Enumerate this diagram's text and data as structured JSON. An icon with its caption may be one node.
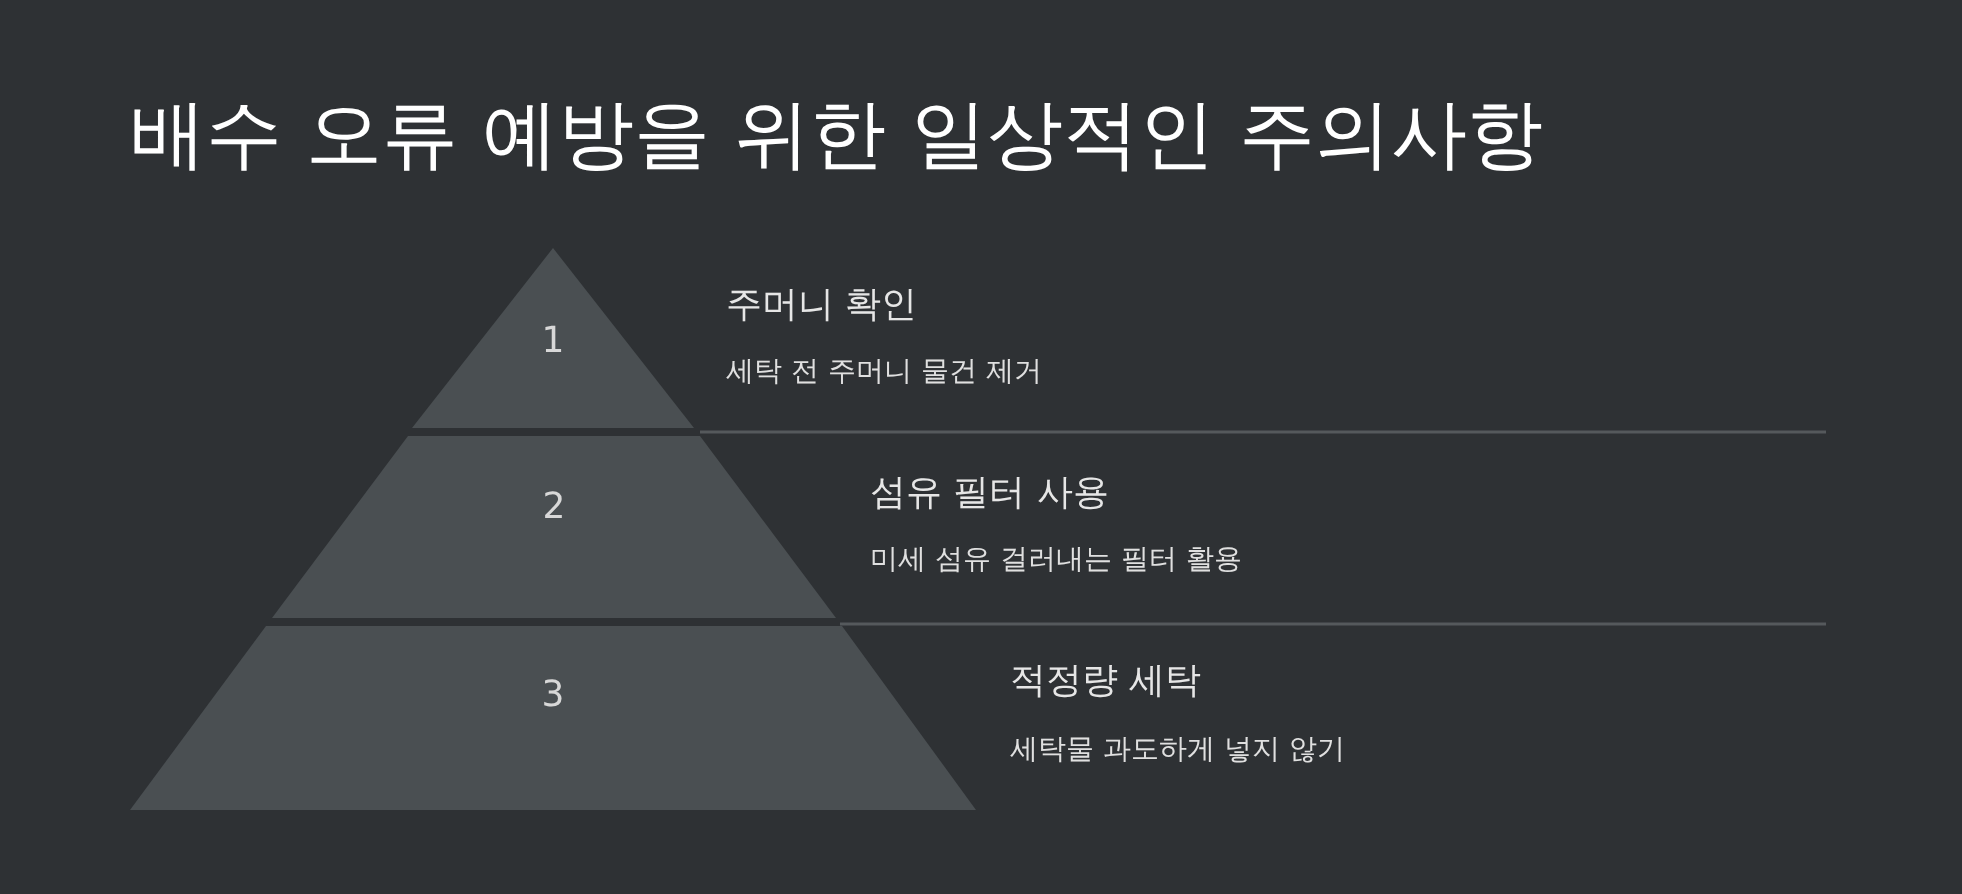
{
  "diagram": {
    "title": "배수 오류 예방을 위한 일상적인 주의사항",
    "nodes": [
      {
        "text": [
          "1"
        ],
        "beside": [
          "주머니 확인",
          "세탁 전 주머니 물건 제거"
        ]
      },
      {
        "text": [
          "2"
        ],
        "beside": [
          "섬유 필터 사용",
          "미세 섬유 걸러내는 필터 활용"
        ]
      },
      {
        "text": [
          "3"
        ],
        "beside": [
          "적정량 세탁",
          "세탁물 과도하게 넣지 않기"
        ]
      }
    ],
    "edges": []
  }
}
